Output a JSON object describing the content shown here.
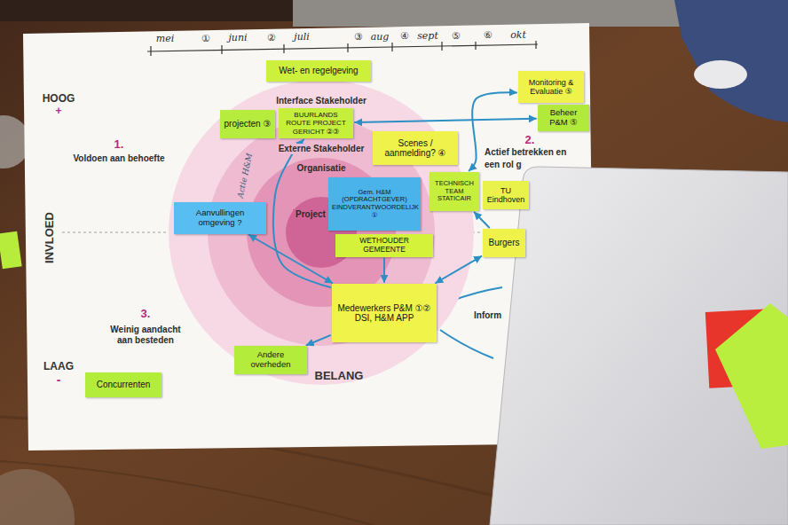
{
  "diagram": {
    "nodes": [
      {
        "text": [
          "Interface Stakeholder"
        ]
      },
      {
        "text": [
          "Externe Stakeholder"
        ],
        "in": 0
      },
      {
        "text": [
          "Organisatie"
        ],
        "in": 1
      },
      {
        "text": [
          "Project"
        ],
        "in": 2
      },
      {
        "text": [
          "Wet- en regelgeving"
        ]
      },
      {
        "text": [
          "Monitoring & Evaluatie ⑤"
        ]
      },
      {
        "text": [
          "projecten ③"
        ]
      },
      {
        "text": [
          "BUURLANDS ROUTE PROJECT GERICHT ②③"
        ]
      },
      {
        "text": [
          "Beheer P&M ⑤"
        ]
      },
      {
        "text": [
          "Scenes / aanmelding? ④"
        ]
      },
      {
        "text": [
          "Gem. H&M (OPDRACHTGEVER) EINDVERANTWOORDELIJK",
          "①"
        ]
      },
      {
        "text": [
          "TECHNISCH TEAM STATICAIR"
        ]
      },
      {
        "text": [
          "TU Eindhoven"
        ]
      },
      {
        "text": [
          "Aanvullingen omgeving ?"
        ]
      },
      {
        "text": [
          "WETHOUDER GEMEENTE"
        ]
      },
      {
        "text": [
          "Burgers"
        ]
      },
      {
        "text": [
          "Medewerkers P&M ①②",
          "DSI, H&M APP"
        ]
      },
      {
        "text": [
          "Andere overheden"
        ]
      },
      {
        "text": [
          "Concurrenten"
        ]
      }
    ],
    "edges": [
      {
        "from": 8,
        "to": 7,
        "arrow": "both"
      },
      {
        "from": 5,
        "to": 11,
        "arrow": "both"
      },
      {
        "from": 15,
        "to": 11,
        "arrow": "to"
      },
      {
        "from": 16,
        "to": 13,
        "arrow": "both"
      },
      {
        "from": 16,
        "to": 17,
        "arrow": "to"
      },
      {
        "from": 16,
        "to": 7,
        "arrow": "to"
      },
      {
        "from": 14,
        "to": 16,
        "arrow": "to"
      },
      {
        "from": 16,
        "to": 15,
        "arrow": "both"
      }
    ],
    "labels": [
      "mei",
      "①",
      "juni",
      "②",
      "juli",
      "③",
      "aug",
      "④",
      "sept",
      "⑤",
      "⑥",
      "okt",
      "HOOG",
      "+",
      "1.",
      "Voldoen aan behoefte",
      "2.",
      "Actief betrekken en",
      "een rol g",
      "Actie H&M",
      "INVLOED",
      "Inform",
      "3.",
      "Weinig aandacht aan besteden",
      "LAAG",
      "-",
      "BELANG"
    ]
  }
}
